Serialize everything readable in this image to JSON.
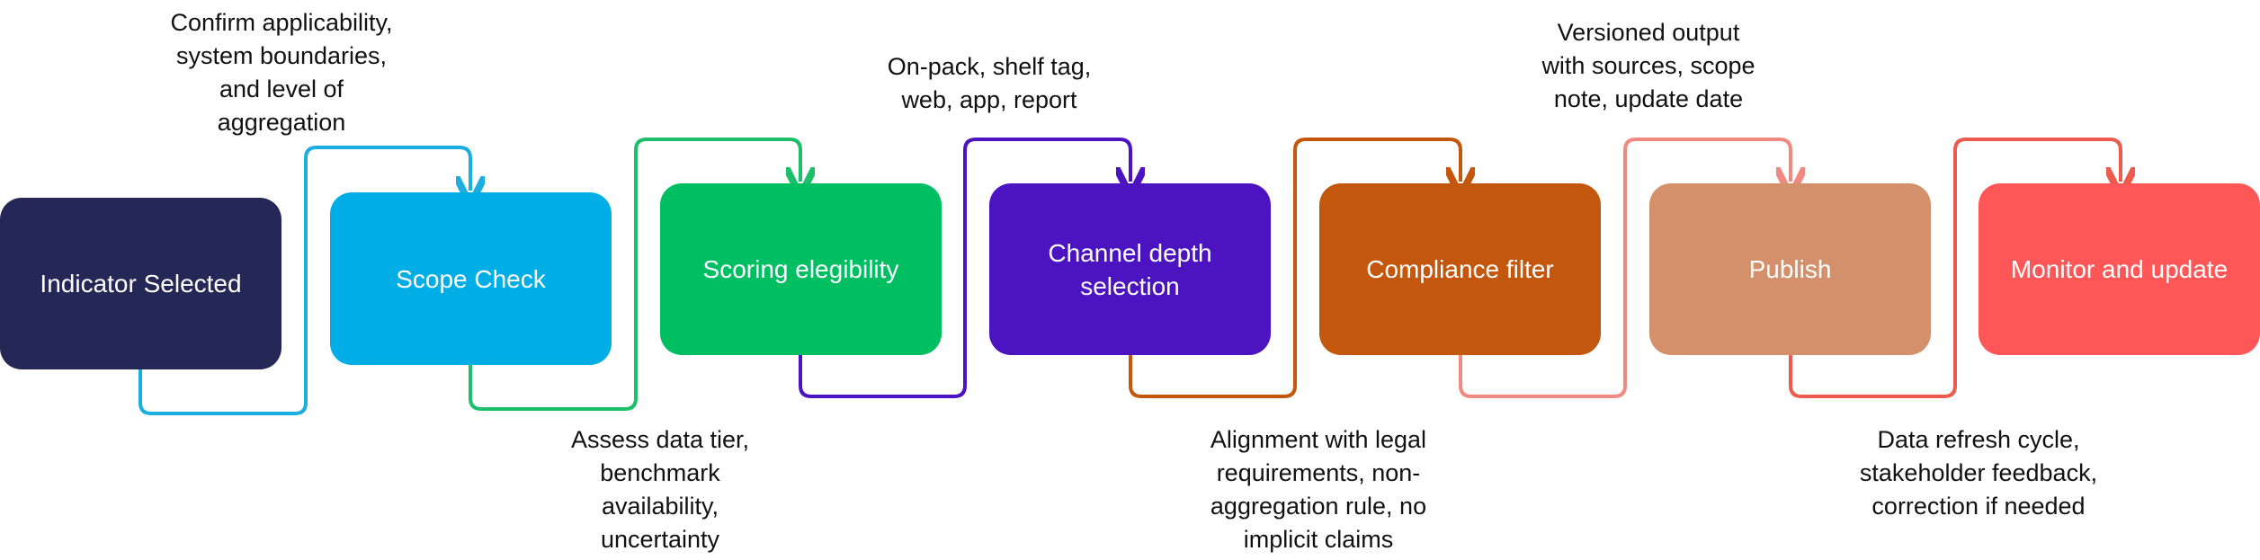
{
  "steps": [
    {
      "label": "Indicator Selected",
      "color": "#252856"
    },
    {
      "label": "Scope Check",
      "color": "#00ade4"
    },
    {
      "label": "Scoring elegibility",
      "color": "#00bf63"
    },
    {
      "label": "Channel depth\nselection",
      "color": "#4c14c0"
    },
    {
      "label": "Compliance filter",
      "color": "#c2570d"
    },
    {
      "label": "Publish",
      "color": "#d4906b"
    },
    {
      "label": "Monitor and update",
      "color": "#ff5757"
    }
  ],
  "connectors": [
    {
      "from": "Indicator Selected",
      "to": "Scope Check",
      "color": "#1daee0",
      "note": "Confirm applicability,\nsystem boundaries,\nand level of\naggregation"
    },
    {
      "from": "Scope Check",
      "to": "Scoring elegibility",
      "color": "#1cbf6a",
      "note": "Assess data tier,\nbenchmark\navailability,\nuncertainty"
    },
    {
      "from": "Scoring elegibility",
      "to": "Channel depth selection",
      "color": "#4c14c0",
      "note": "On-pack, shelf tag,\nweb, app, report"
    },
    {
      "from": "Channel depth selection",
      "to": "Compliance filter",
      "color": "#c2570d",
      "note": "Alignment with legal\nrequirements, non-\naggregation rule, no\nimplicit claims"
    },
    {
      "from": "Compliance filter",
      "to": "Publish",
      "color": "#f08a80",
      "note": "Versioned output\nwith sources, scope\nnote, update date"
    },
    {
      "from": "Publish",
      "to": "Monitor and update",
      "color": "#ef5a4e",
      "note": "Data refresh cycle,\nstakeholder feedback,\ncorrection if needed"
    }
  ]
}
